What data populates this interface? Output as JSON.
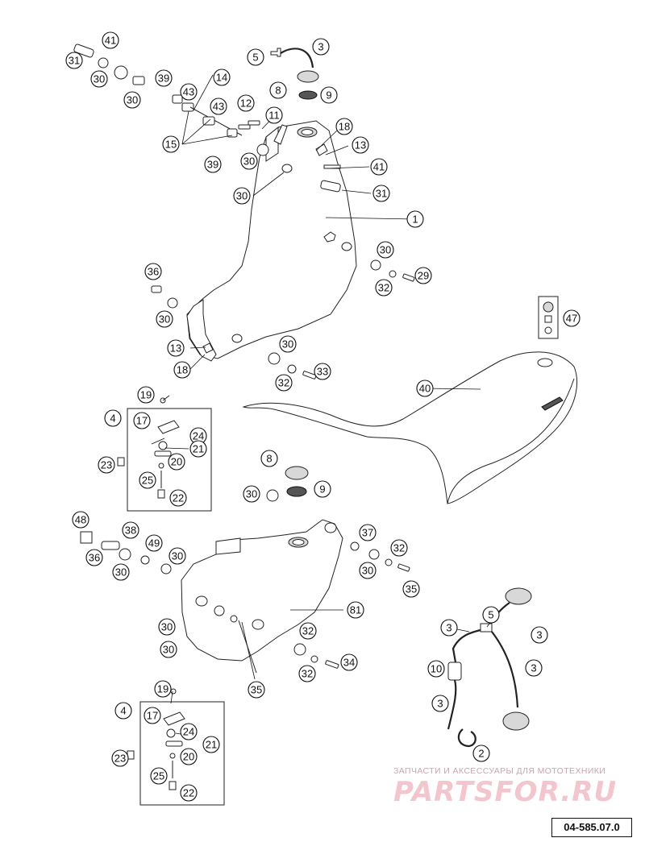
{
  "diagram": {
    "code": "04-585.07.0",
    "watermark": {
      "caption": "ЗАПЧАСТИ И АКСЕССУАРЫ ДЛЯ МОТОТЕХНИКИ",
      "logo": "PARTSFOR.RU"
    },
    "callouts": [
      {
        "label": "41"
      },
      {
        "label": "31"
      },
      {
        "label": "30"
      },
      {
        "label": "30"
      },
      {
        "label": "39"
      },
      {
        "label": "43"
      },
      {
        "label": "14"
      },
      {
        "label": "43"
      },
      {
        "label": "15"
      },
      {
        "label": "39"
      },
      {
        "label": "30"
      },
      {
        "label": "5"
      },
      {
        "label": "3"
      },
      {
        "label": "8"
      },
      {
        "label": "9"
      },
      {
        "label": "12"
      },
      {
        "label": "11"
      },
      {
        "label": "18"
      },
      {
        "label": "13"
      },
      {
        "label": "41"
      },
      {
        "label": "30"
      },
      {
        "label": "31"
      },
      {
        "label": "1"
      },
      {
        "label": "30"
      },
      {
        "label": "29"
      },
      {
        "label": "32"
      },
      {
        "label": "36"
      },
      {
        "label": "30"
      },
      {
        "label": "47"
      },
      {
        "label": "13"
      },
      {
        "label": "30"
      },
      {
        "label": "18"
      },
      {
        "label": "33"
      },
      {
        "label": "32"
      },
      {
        "label": "40"
      },
      {
        "label": "19"
      },
      {
        "label": "4"
      },
      {
        "label": "17"
      },
      {
        "label": "24"
      },
      {
        "label": "21"
      },
      {
        "label": "23"
      },
      {
        "label": "20"
      },
      {
        "label": "25"
      },
      {
        "label": "22"
      },
      {
        "label": "8"
      },
      {
        "label": "30"
      },
      {
        "label": "9"
      },
      {
        "label": "48"
      },
      {
        "label": "38"
      },
      {
        "label": "37"
      },
      {
        "label": "32"
      },
      {
        "label": "49"
      },
      {
        "label": "36"
      },
      {
        "label": "30"
      },
      {
        "label": "30"
      },
      {
        "label": "30"
      },
      {
        "label": "35"
      },
      {
        "label": "81"
      },
      {
        "label": "30"
      },
      {
        "label": "32"
      },
      {
        "label": "30"
      },
      {
        "label": "34"
      },
      {
        "label": "32"
      },
      {
        "label": "35"
      },
      {
        "label": "19"
      },
      {
        "label": "5"
      },
      {
        "label": "3"
      },
      {
        "label": "3"
      },
      {
        "label": "3"
      },
      {
        "label": "10"
      },
      {
        "label": "3"
      },
      {
        "label": "4"
      },
      {
        "label": "17"
      },
      {
        "label": "24"
      },
      {
        "label": "21"
      },
      {
        "label": "23"
      },
      {
        "label": "20"
      },
      {
        "label": "25"
      },
      {
        "label": "22"
      },
      {
        "label": "2"
      }
    ]
  }
}
